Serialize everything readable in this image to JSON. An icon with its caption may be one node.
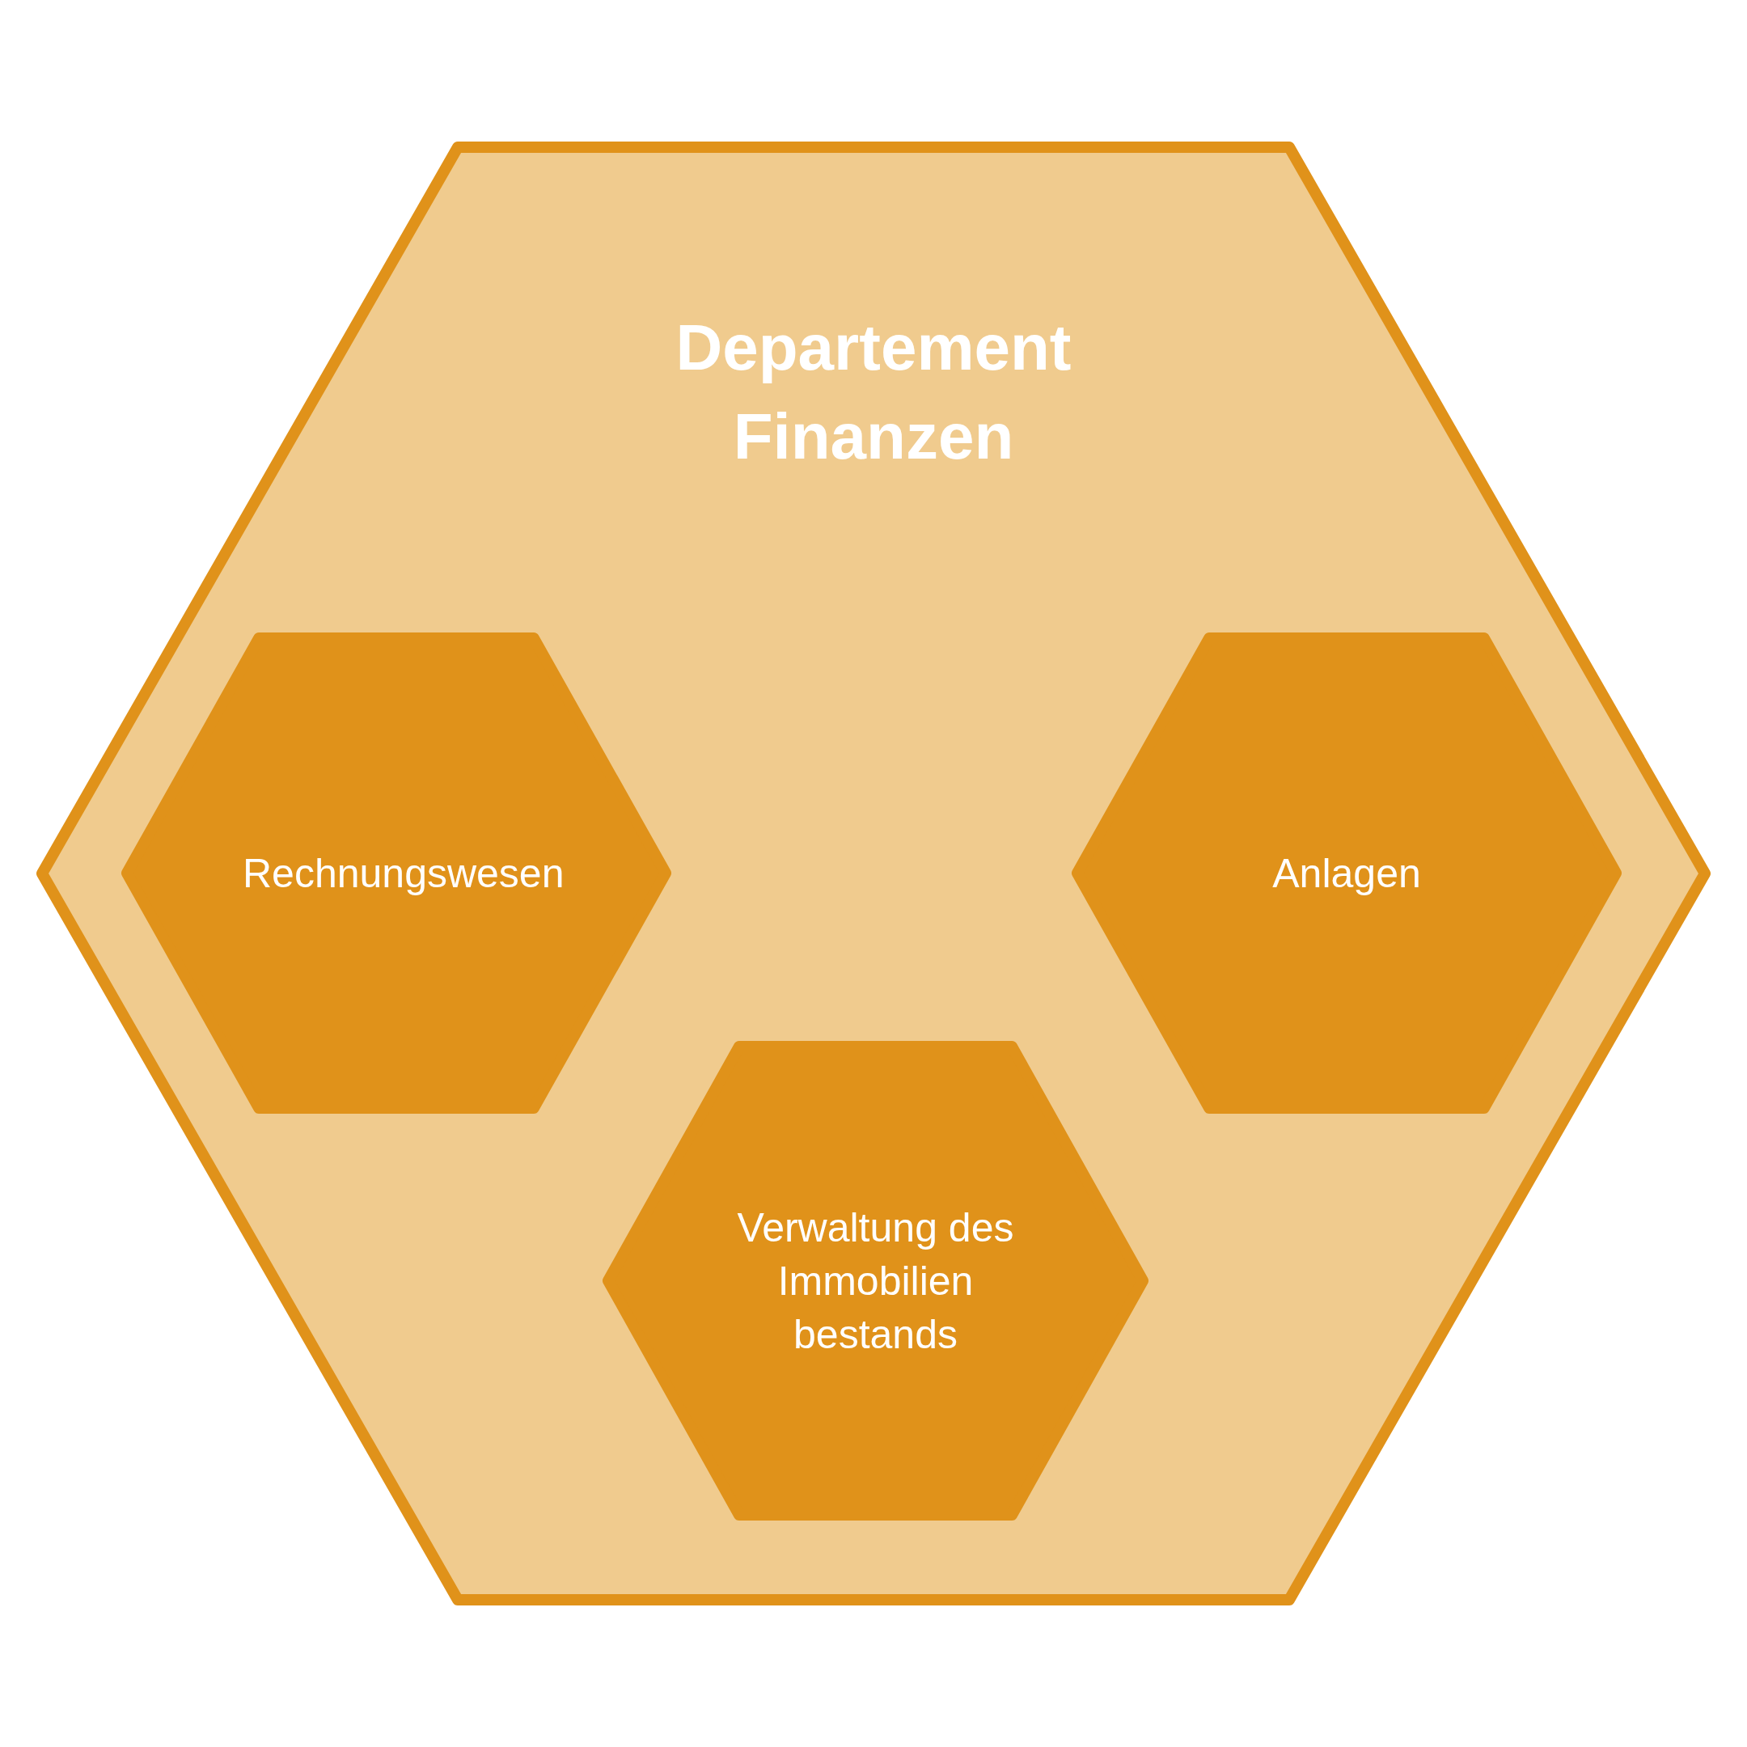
{
  "diagram": {
    "nodes": [
      {
        "text": [
          "Departement Finanzen"
        ]
      },
      {
        "text": [
          "Rechnungswesen"
        ],
        "in": 0
      },
      {
        "text": [
          "Anlagen"
        ],
        "in": 0
      },
      {
        "text": [
          "Verwaltung des Immobilien bestands"
        ],
        "in": 0
      }
    ]
  }
}
